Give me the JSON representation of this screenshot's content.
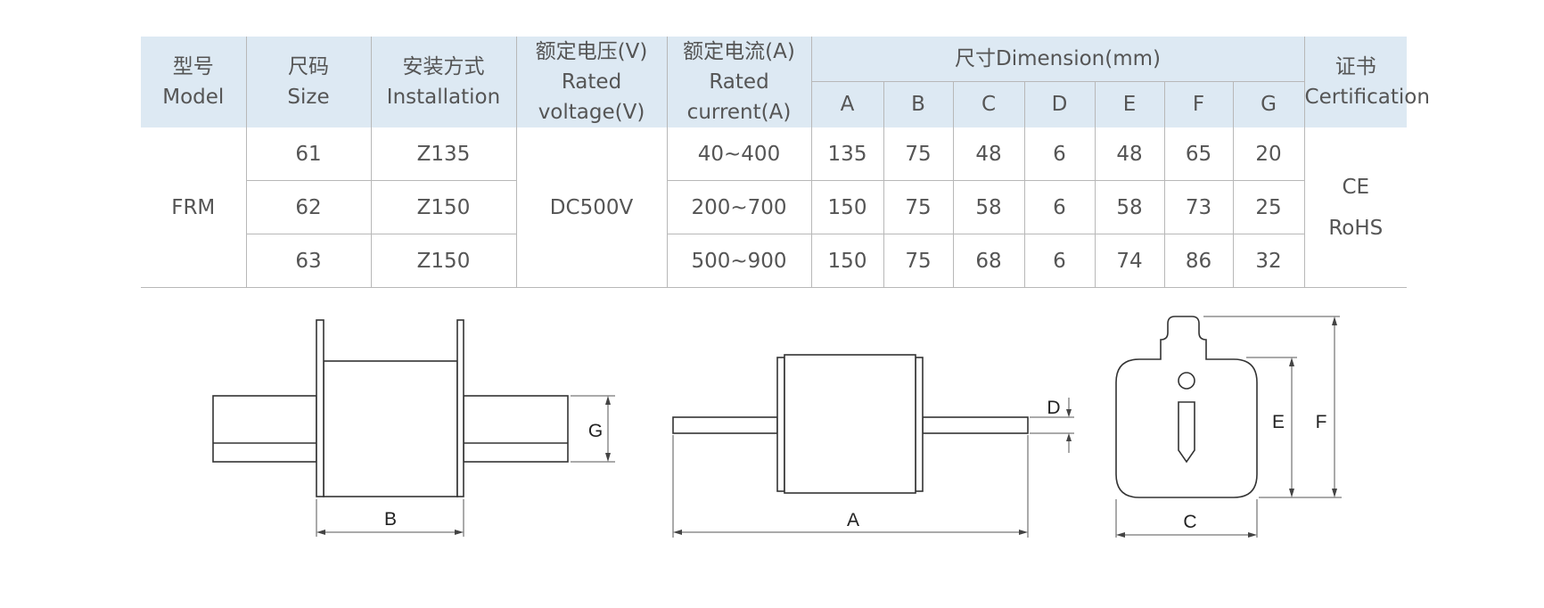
{
  "table": {
    "headers": {
      "model": {
        "zh": "型号",
        "en": "Model"
      },
      "size": {
        "zh": "尺码",
        "en": "Size"
      },
      "installation": {
        "zh": "安装方式",
        "en": "Installation"
      },
      "voltage": {
        "zh": "额定电压(V)",
        "en": "Rated voltage(V)"
      },
      "current": {
        "zh": "额定电流(A)",
        "en": "Rated current(A)"
      },
      "dimension": "尺寸Dimension(mm)",
      "dim_cols": [
        "A",
        "B",
        "C",
        "D",
        "E",
        "F",
        "G"
      ],
      "cert": {
        "zh": "证书",
        "en": "Certification"
      }
    },
    "model": "FRM",
    "voltage": "DC500V",
    "cert": [
      "CE",
      "RoHS"
    ],
    "rows": [
      {
        "size": "61",
        "installation": "Z135",
        "current": "40~400",
        "dims": [
          "135",
          "75",
          "48",
          "6",
          "48",
          "65",
          "20"
        ]
      },
      {
        "size": "62",
        "installation": "Z150",
        "current": "200~700",
        "dims": [
          "150",
          "75",
          "58",
          "6",
          "58",
          "73",
          "25"
        ]
      },
      {
        "size": "63",
        "installation": "Z150",
        "current": "500~900",
        "dims": [
          "150",
          "75",
          "68",
          "6",
          "74",
          "86",
          "32"
        ]
      }
    ]
  },
  "drawing_labels": {
    "side_b": "B",
    "side_g": "G",
    "front_a": "A",
    "front_d": "D",
    "end_c": "C",
    "end_e": "E",
    "end_f": "F"
  }
}
